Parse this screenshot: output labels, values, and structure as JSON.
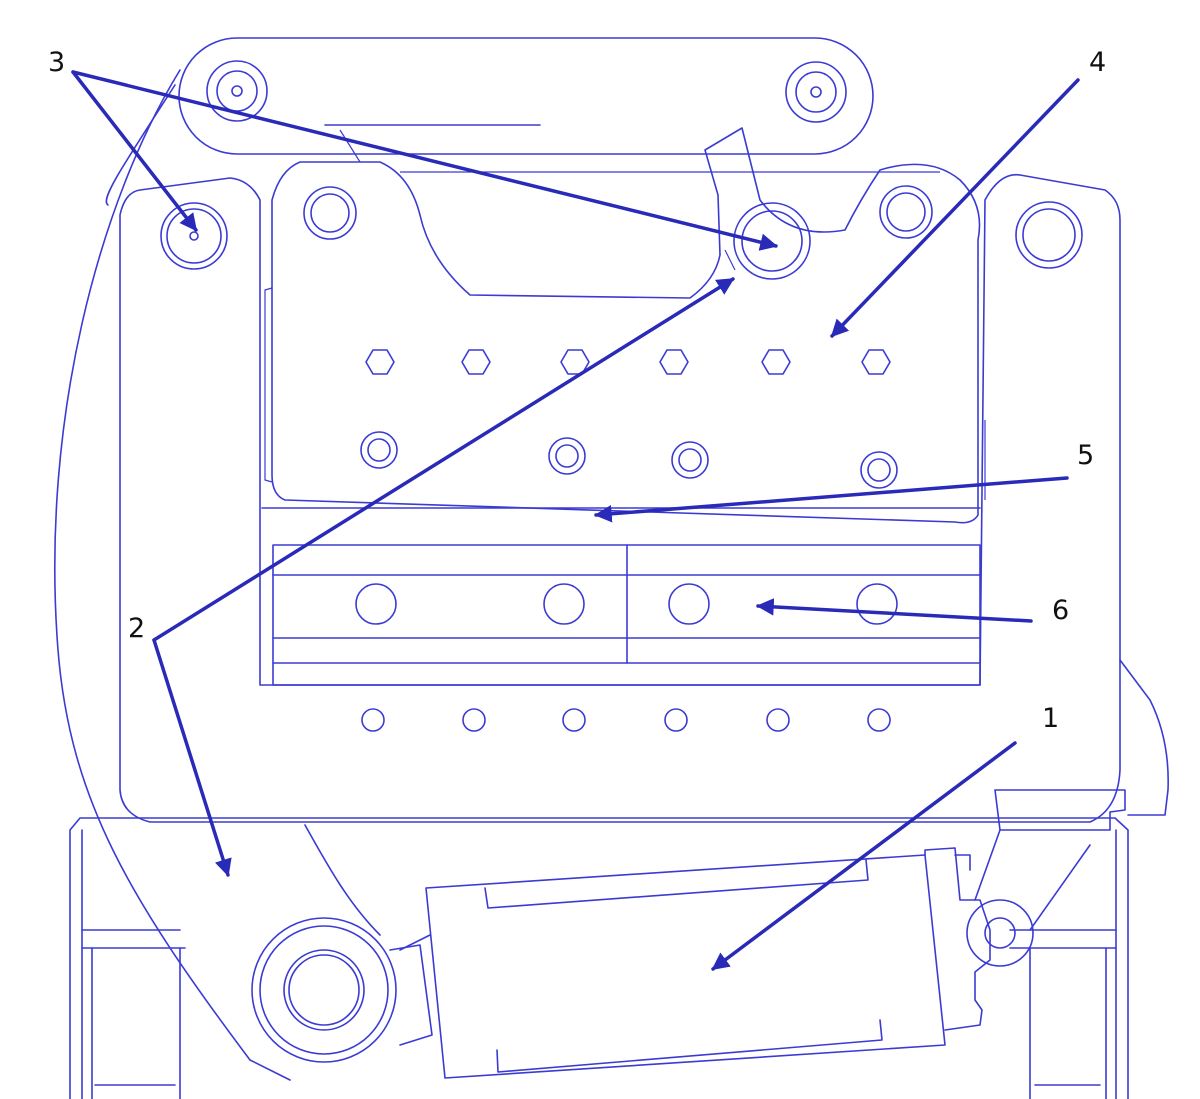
{
  "colors": {
    "line": "#3b3bd4",
    "arrow": "#2a2ab8",
    "label": "#111111",
    "background": "#ffffff"
  },
  "callouts": {
    "c1": "1",
    "c2": "2",
    "c3": "3",
    "c4": "4",
    "c5": "5",
    "c6": "6"
  }
}
